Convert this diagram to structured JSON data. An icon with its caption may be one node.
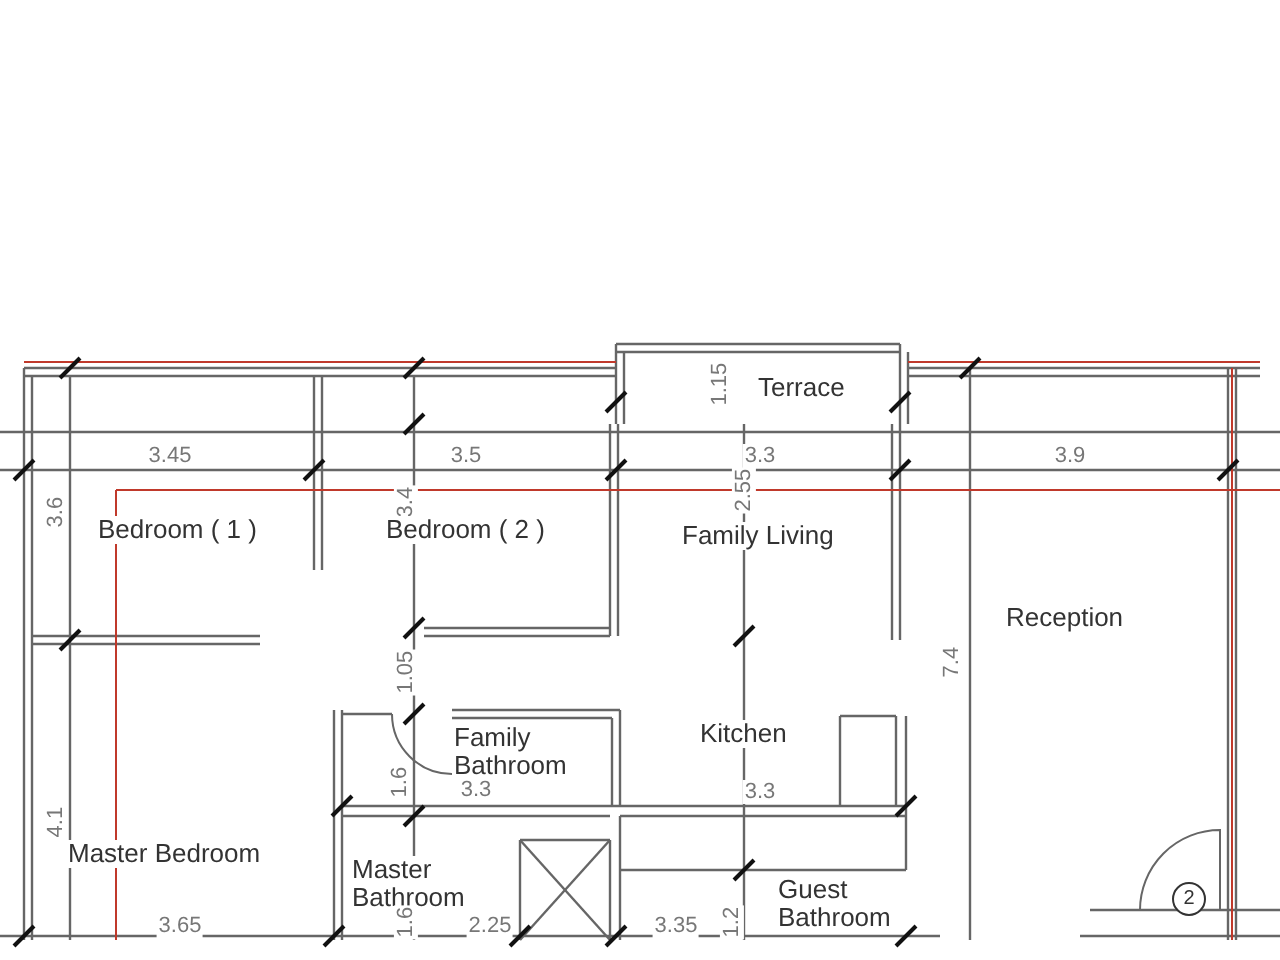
{
  "diagram": {
    "labels": [
      "1.15",
      "Terrace",
      "3.45",
      "3.5",
      "3.3",
      "3.9",
      "3.6",
      "3.4",
      "2.55",
      "Bedroom ( 1 )",
      "Bedroom ( 2 )",
      "Family Living",
      "Reception",
      "7.4",
      "1.05",
      "Family Bathroom",
      "Kitchen",
      "1.6",
      "3.3",
      "3.3",
      "4.1",
      "Master Bedroom",
      "Master Bathroom",
      "Guest Bathroom",
      "2",
      "3.65",
      "1.6",
      "2.25",
      "3.35",
      "1.2"
    ]
  }
}
